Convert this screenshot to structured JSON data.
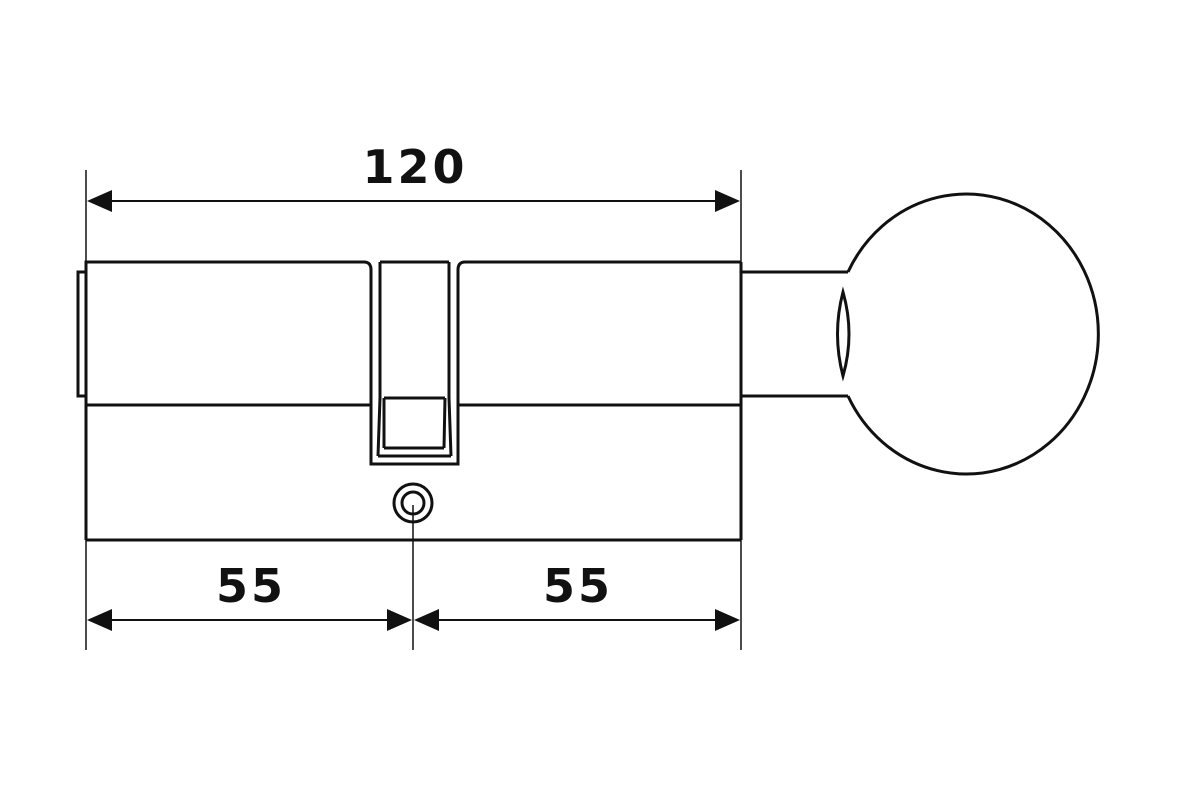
{
  "dimensions": {
    "total_length": "120",
    "left_length": "55",
    "right_length": "55"
  },
  "colors": {
    "line": "#111111",
    "background": "#ffffff"
  }
}
